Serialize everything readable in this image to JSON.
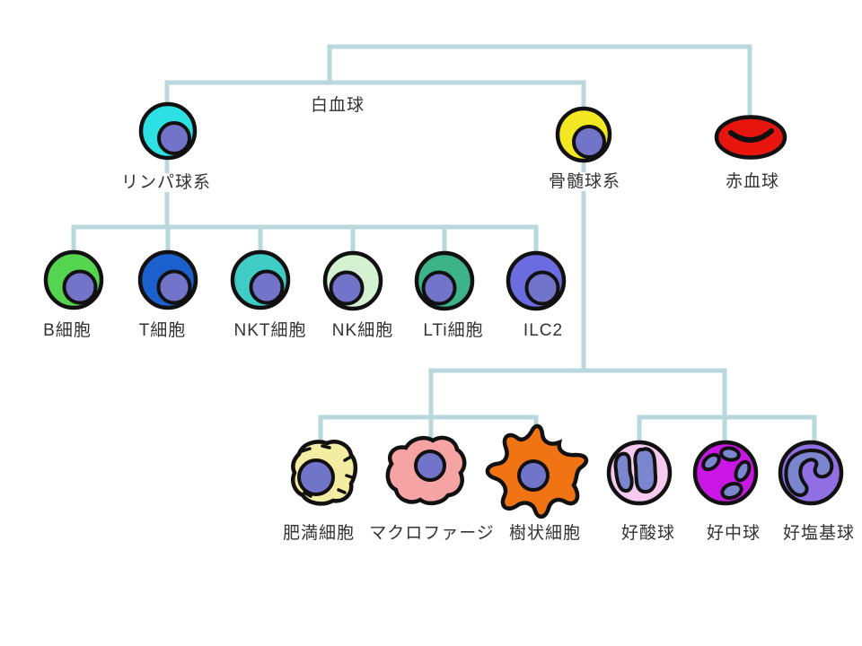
{
  "labels": {
    "leukocyte": "白血球",
    "lymphoid": "リンパ球系",
    "myeloid": "骨髄球系",
    "erythrocyte": "赤血球",
    "b_cell": "B細胞",
    "t_cell": "T細胞",
    "nkt_cell": "NKT細胞",
    "nk_cell": "NK細胞",
    "lti_cell": "LTi細胞",
    "ilc2": "ILC2",
    "mast_cell": "肥満細胞",
    "macrophage": "マクロファージ",
    "dendritic_cell": "樹状細胞",
    "eosinophil": "好酸球",
    "neutrophil": "好中球",
    "basophil": "好塩基球"
  },
  "colors": {
    "line": "#b9d8de",
    "outline": "#111111",
    "nucleus": "#7274c9",
    "granulocyte_nucleus": "#7b86cf",
    "lymphoid_cell": "#2ce0e4",
    "myeloid_cell": "#f2e722",
    "erythrocyte": "#e8150f",
    "b_cell": "#55d450",
    "t_cell": "#1b60cc",
    "nkt_cell": "#3fccc4",
    "nk_cell": "#d4f2d1",
    "lti_cell": "#3cb488",
    "ilc2": "#6b6ce0",
    "mast_cell": "#f2eda0",
    "macrophage": "#f5a3a3",
    "dendritic_cell": "#f07414",
    "eosinophil": "#f6c9ef",
    "neutrophil": "#cb17e6",
    "basophil": "#8f6fe2"
  }
}
